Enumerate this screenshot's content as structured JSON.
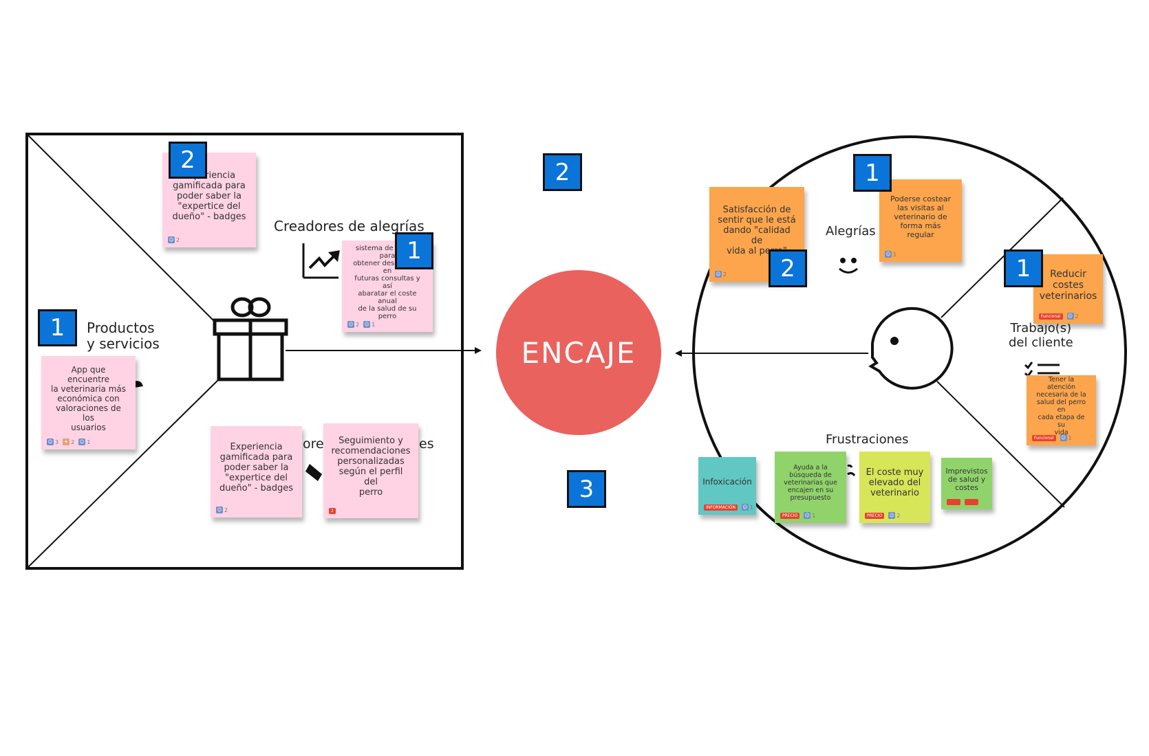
{
  "colors": {
    "badge": "#0b74d8",
    "encaje": "#e9625e",
    "pink": "#ffd3e3",
    "orange": "#fca54c",
    "teal": "#61c7c3",
    "green": "#91d36b",
    "lime": "#d7e558",
    "red_tag": "#e8422e"
  },
  "value_map": {
    "creators_label": "Creadores de alegrías",
    "products_label": "Productos\ny servicios",
    "relievers_label_part1": "ores",
    "relievers_label_part2": "es"
  },
  "customer_profile": {
    "gains_label": "Alegrías",
    "jobs_label": "Trabajo(s)\ndel cliente",
    "pains_label": "Frustraciones"
  },
  "center": {
    "label": "ENCAJE"
  },
  "badges": [
    {
      "id": "b-creators-top",
      "value": "2"
    },
    {
      "id": "b-creators-right",
      "value": "1"
    },
    {
      "id": "b-products",
      "value": "1"
    },
    {
      "id": "b-center-top",
      "value": "2"
    },
    {
      "id": "b-center-bottom",
      "value": "3"
    },
    {
      "id": "b-gains-top",
      "value": "1"
    },
    {
      "id": "b-gains-left",
      "value": "2"
    },
    {
      "id": "b-jobs",
      "value": "1"
    }
  ],
  "stickies": [
    {
      "id": "s1",
      "text": "Experiencia\ngamificada para\npoder saber la\n\"expertice del\ndueño\" - badges",
      "meta": [
        "2"
      ]
    },
    {
      "id": "s2",
      "text": "sistema de puntos para\nobtener descuentos en\nfuturas consultas y así\nabaratar el coste anual\nde la salud de su perro",
      "meta": [
        "2",
        "1"
      ]
    },
    {
      "id": "s3",
      "text": "App que encuentre\nla veterinaria más\neconómica con\nvaloraciones de los\nusuarios",
      "meta": [
        "3",
        "2",
        "1"
      ]
    },
    {
      "id": "s4",
      "text": "Experiencia\ngamificada para\npoder saber la\n\"expertice del\ndueño\" - badges",
      "meta": [
        "2"
      ]
    },
    {
      "id": "s5",
      "text": "Seguimiento y\nrecomendaciones\npersonalizadas\nsegún el perfil del\nperro",
      "meta": [
        "2"
      ]
    },
    {
      "id": "s6",
      "text": "Satisfacción de\nsentir que le está\ndando \"calidad de\nvida al perro\"",
      "meta": [
        "2"
      ]
    },
    {
      "id": "s7",
      "text": "Poderse costear\nlas visitas al\nveterinario de\nforma más\nregular",
      "meta": [
        "1"
      ]
    },
    {
      "id": "s8",
      "text": "Reducir\ncostes\nveterinarios",
      "meta": [
        "Funcional",
        "2"
      ]
    },
    {
      "id": "s9",
      "text": "Tener la atención\nnecesaria de la\nsalud del perro en\ncada etapa de su\nvida",
      "meta": [
        "Funcional",
        "1"
      ]
    },
    {
      "id": "s10",
      "text": "Infoxicación",
      "meta": [
        "INFORMACIÓN",
        "1"
      ]
    },
    {
      "id": "s11",
      "text": "Ayuda a la\nbúsqueda de\nveterinarias que\nencajen en su\npresupuesto",
      "meta": [
        "PRECIO",
        "1"
      ]
    },
    {
      "id": "s12",
      "text": "El coste muy\nelevado del\nveterinario",
      "meta": [
        "PRECIO",
        "2"
      ]
    },
    {
      "id": "s13",
      "text": "Imprevistos\nde salud y\ncostes",
      "meta": []
    }
  ]
}
